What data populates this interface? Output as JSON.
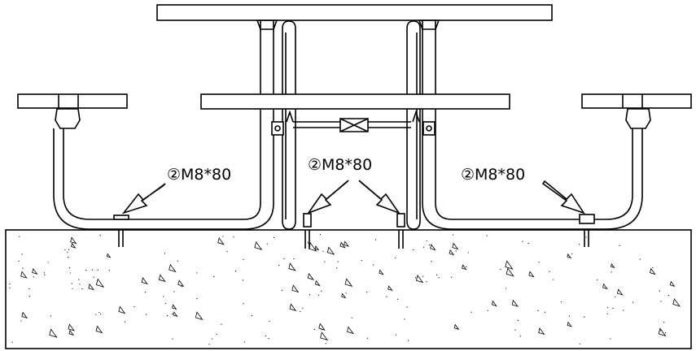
{
  "callouts": [
    {
      "id": "left",
      "text": "②M8*80"
    },
    {
      "id": "center",
      "text": "②M8*80"
    },
    {
      "id": "right",
      "text": "②M8*80"
    }
  ],
  "colors": {
    "line": "#000000",
    "background": "#ffffff"
  }
}
